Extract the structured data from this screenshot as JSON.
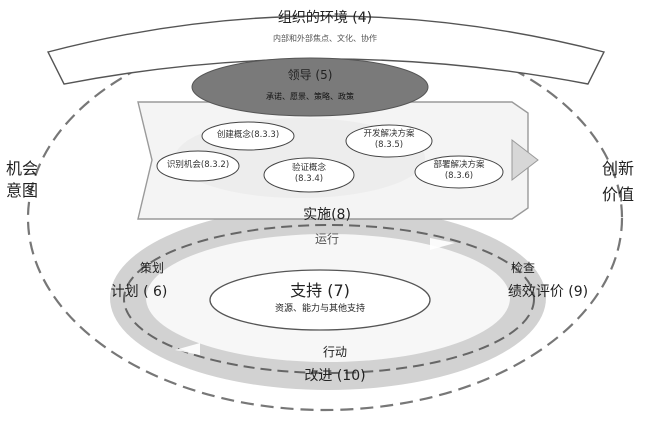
{
  "diagram": {
    "environment": {
      "title": "组织的环境 (4)",
      "subtitle": "内部和外部焦点、文化、协作"
    },
    "leadership": {
      "title": "领导 (5)",
      "subtitle": "承诺、愿景、策略、政策"
    },
    "left_side": {
      "line1": "机会",
      "line2": "意图"
    },
    "right_side": {
      "line1": "创新",
      "line2": "价值"
    },
    "process": {
      "step1": {
        "name": "识别机会",
        "ref": "(8.3.2)"
      },
      "step2": {
        "name": "创建概念",
        "ref": "(8.3.3)"
      },
      "step3": {
        "name": "验证概念",
        "ref": "(8.3.4)"
      },
      "step4": {
        "name": "开发解决方案",
        "ref": "(8.3.5)"
      },
      "step5": {
        "name": "部署解决方案",
        "ref": "(8.3.6)"
      }
    },
    "operation": {
      "title": "实施(8)",
      "subtitle": "运行"
    },
    "planning": {
      "top": "策划",
      "bottom": "计划 ( 6)"
    },
    "evaluation": {
      "top": "检查",
      "bottom": "绩效评价 (9)"
    },
    "support": {
      "title": "支持 (7)",
      "subtitle": "资源、能力与其他支持"
    },
    "improvement": {
      "top": "行动",
      "bottom": "改进 (10)"
    },
    "colors": {
      "leadership_fill": "#7a7a7a",
      "ring_fill": "#d2d2d2",
      "outline": "#555555",
      "dashed": "#777777"
    }
  }
}
